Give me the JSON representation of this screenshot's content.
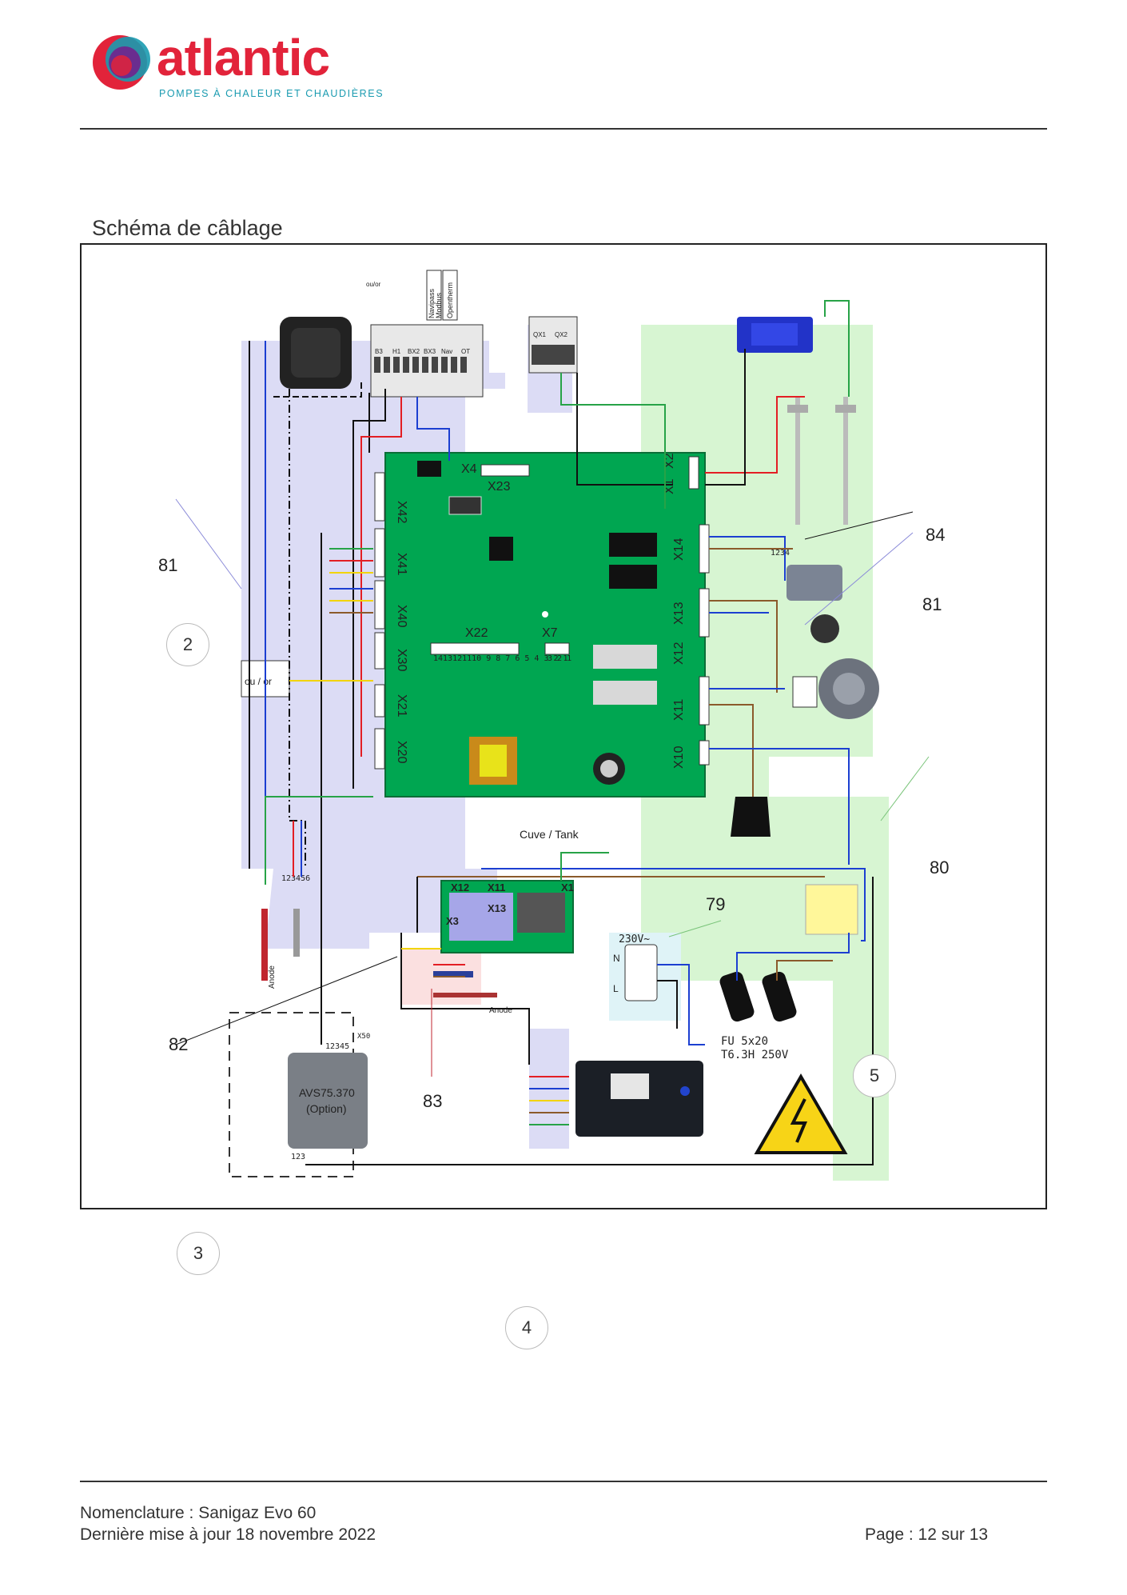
{
  "brand": {
    "name": "atlantic",
    "tagline": "POMPES À CHALEUR ET CHAUDIÈRES"
  },
  "section": {
    "title": "Schéma de câblage"
  },
  "diagram": {
    "board_connectors": [
      "X42",
      "X41",
      "X40",
      "X30",
      "X21",
      "X20",
      "X4",
      "X23",
      "X22",
      "X7",
      "X2",
      "X1",
      "X14",
      "X13",
      "X12",
      "X11",
      "X10"
    ],
    "sub_board_connectors": [
      "X12",
      "X11",
      "X13",
      "X3",
      "X1"
    ],
    "terminal_labels": [
      "B3",
      "H1",
      "BX2",
      "BX3",
      "Nav",
      "OT",
      "QX1",
      "QX2"
    ],
    "bus_labels": [
      "Navipass",
      "Modbus",
      "Opentherm"
    ],
    "labels": {
      "ou_or_top": "ou/or",
      "ou_or": "ou / or",
      "cuve_tank": "Cuve / Tank",
      "anode_left": "Anode",
      "anode_bottom": "Anode",
      "power": "230V~",
      "n": "N",
      "l": "L",
      "fuse_1": "FU 5x20",
      "fuse_2": "T6.3H 250V",
      "avs_1": "AVS75.370",
      "avs_2": "(Option)",
      "x50": "X50",
      "pins_123456": "123456",
      "pins_12345": "12345",
      "pins_123": "123",
      "pins_1234": "1234",
      "pins_x22": "1413121110 9 8 7 6 5 4 3 2 1",
      "pins_x7": "3 2 1"
    },
    "callouts": [
      "81",
      "84",
      "81",
      "80",
      "79",
      "82",
      "83"
    ],
    "colors": {
      "board": "#00a651",
      "zone_lavender": "#dcdcf5",
      "zone_green": "#d7f5d2",
      "zone_pink": "#fbe0e0",
      "wire_red": "#e31e24",
      "wire_blue": "#1c3fd1",
      "wire_brown": "#8b5a2b",
      "wire_black": "#111111",
      "wire_green": "#27a347",
      "wire_yellow": "#f2d400",
      "warning_yellow": "#f7d417"
    }
  },
  "markers": [
    "2",
    "3",
    "4",
    "5"
  ],
  "footer": {
    "line1": "Nomenclature : Sanigaz Evo 60",
    "line2": "Dernière mise à jour 18 novembre 2022",
    "page": "Page : 12 sur 13"
  }
}
